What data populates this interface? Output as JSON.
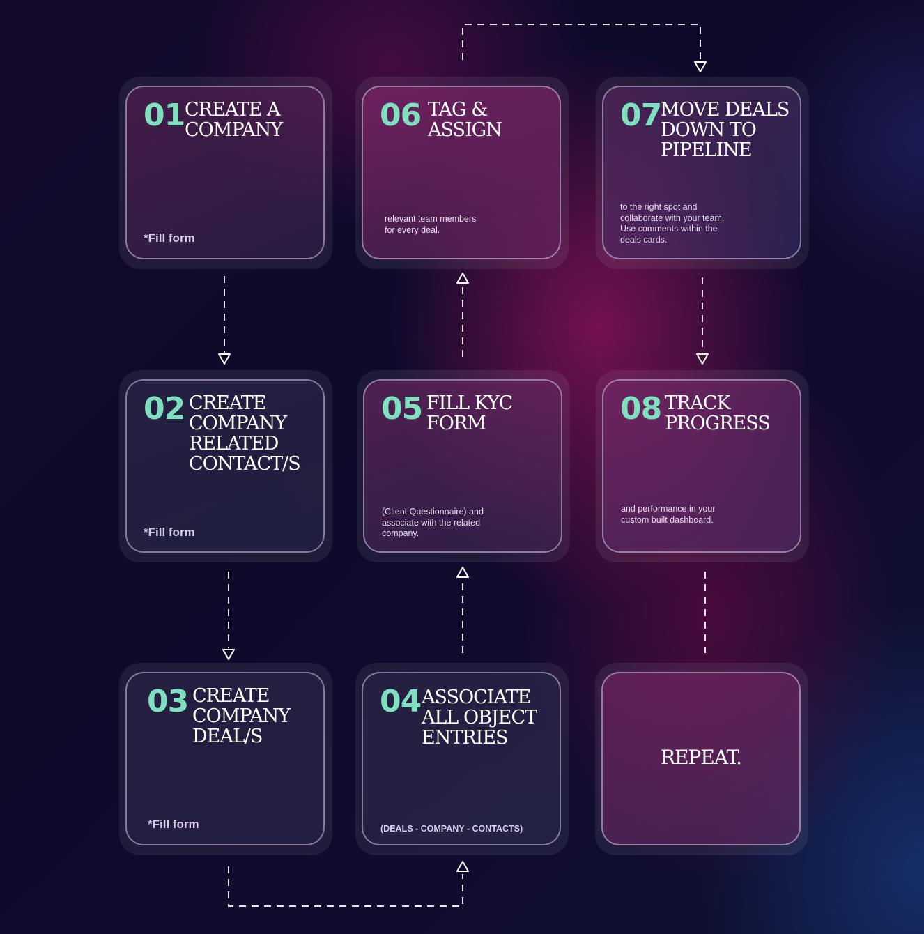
{
  "steps": [
    {
      "num": "01",
      "title": "CREATE A\nCOMPANY",
      "note": "*Fill form"
    },
    {
      "num": "02",
      "title": "CREATE\nCOMPANY\nRELATED\nCONTACT/S",
      "note": "*Fill form"
    },
    {
      "num": "03",
      "title": "CREATE\nCOMPANY\nDEAL/S",
      "note": "*Fill form"
    },
    {
      "num": "04",
      "title": "ASSOCIATE\nALL OBJECT\nENTRIES",
      "note": "(DEALS - COMPANY - CONTACTS)"
    },
    {
      "num": "05",
      "title": "FILL KYC\nFORM",
      "desc": "(Client Questionnaire) and\nassociate with the related\ncompany."
    },
    {
      "num": "06",
      "title": "TAG &\nASSIGN",
      "desc": "relevant team members\nfor every deal."
    },
    {
      "num": "07",
      "title": "MOVE DEALS\nDOWN TO\nPIPELINE",
      "desc": "to the right spot and\ncollaborate with your team.\nUse comments within the\ndeals cards."
    },
    {
      "num": "08",
      "title": "TRACK\nPROGRESS",
      "desc": "and performance in your\ncustom built dashboard."
    }
  ],
  "repeat": {
    "label": "REPEAT."
  },
  "colors": {
    "accent": "#7ee0be",
    "title": "#ffffff",
    "note": "#d8cce6",
    "connector": "#ffffff"
  }
}
